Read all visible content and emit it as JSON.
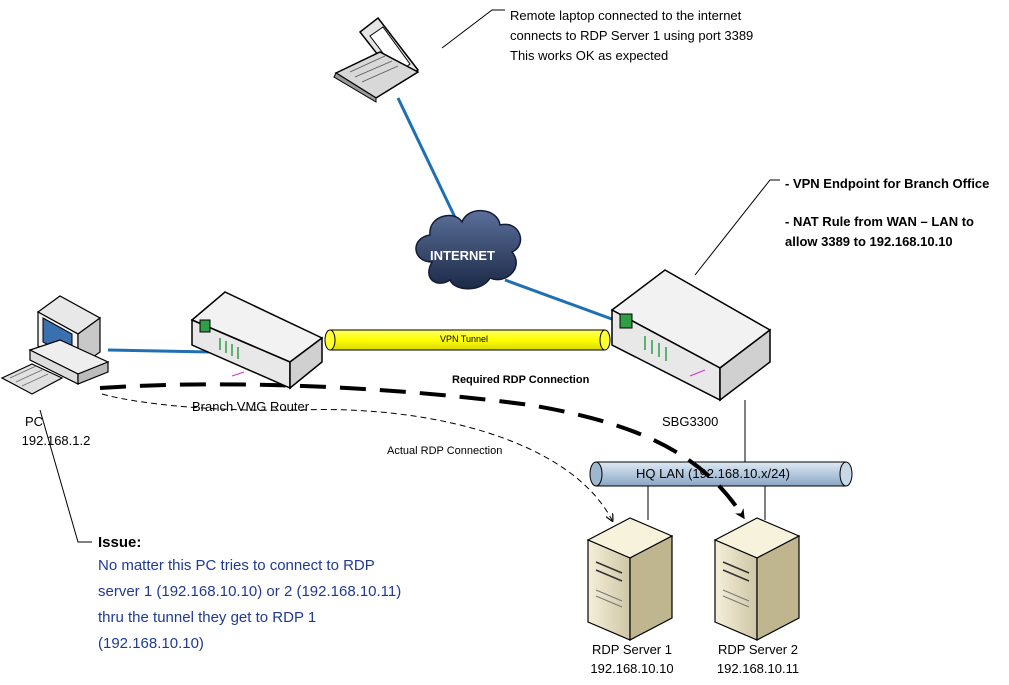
{
  "laptop_note": {
    "line1": "Remote laptop connected to the internet",
    "line2": "connects to RDP Server 1 using port 3389",
    "line3": "This works OK as expected"
  },
  "hq_note": {
    "line1": "- VPN Endpoint for Branch Office",
    "line2": "- NAT Rule from WAN – LAN to",
    "line3": "allow 3389 to 192.168.10.10"
  },
  "cloud_label": "INTERNET",
  "vpn_tunnel_label": "VPN Tunnel",
  "required_label": "Required RDP Connection",
  "actual_label": "Actual RDP Connection",
  "hq_lan_label": "HQ LAN (192.168.10.x/24)",
  "pc": {
    "name": "PC",
    "ip": "192.168.1.2"
  },
  "branch_router": {
    "name": "Branch VMG Router"
  },
  "sbg": {
    "name": "SBG3300"
  },
  "server1": {
    "name": "RDP Server 1",
    "ip": "192.168.10.10"
  },
  "server2": {
    "name": "RDP Server 2",
    "ip": "192.168.10.11"
  },
  "issue": {
    "title": "Issue:",
    "line1": "No matter this PC tries to connect to RDP",
    "line2": "server 1 (192.168.10.10) or 2 (192.168.10.11)",
    "line3": "thru the tunnel they get to RDP 1",
    "line4": "(192.168.10.10)"
  },
  "colors": {
    "link_blue": "#1f6fb5",
    "tunnel_yellow": "#ffff00",
    "lan_blue": "#b8cde0",
    "cloud_dark": "#2d3f63",
    "issue_text": "#1f3a93"
  }
}
